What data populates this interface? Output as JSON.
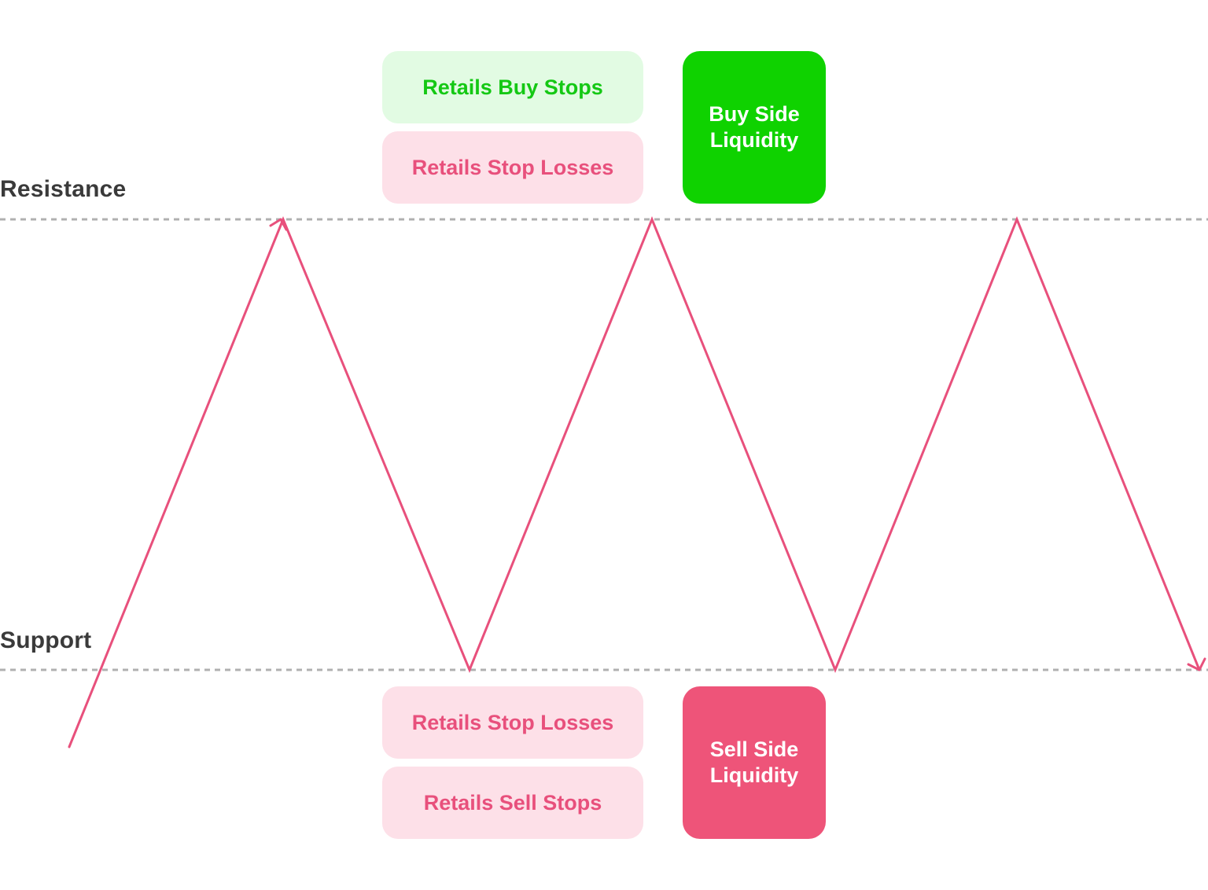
{
  "levels": {
    "resistance": "Resistance",
    "support": "Support"
  },
  "top_zone": {
    "buy_stops": "Retails Buy Stops",
    "stop_losses": "Retails Stop Losses",
    "liquidity": "Buy Side Liquidity"
  },
  "bottom_zone": {
    "stop_losses": "Retails Stop Losses",
    "sell_stops": "Retails Sell Stops",
    "liquidity": "Sell Side Liquidity"
  },
  "colors": {
    "price_line": "#e8507c",
    "level_line": "#b0b0b0",
    "buy_stops_bg": "#e2fbe3",
    "buy_stops_text": "#14c814",
    "stop_box_bg": "#fde0e8",
    "stop_box_text": "#e8507c",
    "buy_liquidity_bg": "#0fd200",
    "sell_liquidity_bg": "#ee5479",
    "label_text": "#3a3a3a"
  }
}
